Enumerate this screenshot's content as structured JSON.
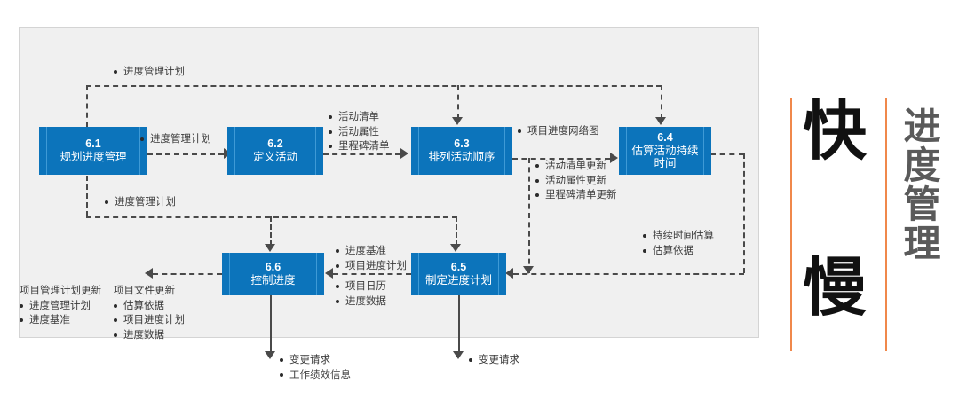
{
  "diagram": {
    "title": "进度管理",
    "boxes": [
      {
        "id": "6.1",
        "num": "6.1",
        "name": "规划进度管理"
      },
      {
        "id": "6.2",
        "num": "6.2",
        "name": "定义活动"
      },
      {
        "id": "6.3",
        "num": "6.3",
        "name": "排列活动顺序"
      },
      {
        "id": "6.4",
        "num": "6.4",
        "name": "估算活动持续时间"
      },
      {
        "id": "6.5",
        "num": "6.5",
        "name": "制定进度计划"
      },
      {
        "id": "6.6",
        "num": "6.6",
        "name": "控制进度"
      }
    ],
    "labels": {
      "top_feedback": "进度管理计划",
      "plan_to_define": "进度管理计划",
      "mid_feedback": "进度管理计划",
      "define_outputs": [
        "活动清单",
        "活动属性",
        "里程碑清单"
      ],
      "sequence_output": "项目进度网络图",
      "sequence_updates": [
        "活动清单更新",
        "活动属性更新",
        "里程碑清单更新"
      ],
      "estimate_outputs": [
        "持续时间估算",
        "估算依据"
      ],
      "schedule_to_control_top": [
        "进度基准",
        "项目进度计划"
      ],
      "schedule_to_control_bottom": [
        "项目日历",
        "进度数据"
      ],
      "pm_plan_update_head": "项目管理计划更新",
      "pm_plan_update_items": [
        "进度管理计划",
        "进度基准"
      ],
      "project_doc_update_head": "项目文件更新",
      "project_doc_update_items": [
        "估算依据",
        "项目进度计划",
        "进度数据"
      ],
      "control_bottom_outputs": [
        "变更请求",
        "工作绩效信息"
      ],
      "schedule_bottom_outputs": [
        "变更请求"
      ]
    },
    "banner": {
      "char_top": "快",
      "char_bottom": "慢",
      "vertical_title": "进度管理"
    },
    "colors": {
      "box_fill": "#0c74bb",
      "box_edge": "#3e9ad6",
      "panel_bg": "#f0f0f0",
      "connector": "#4a4a4a",
      "accent_rule": "#f0884b",
      "side_title": "#5a5a5a"
    }
  }
}
